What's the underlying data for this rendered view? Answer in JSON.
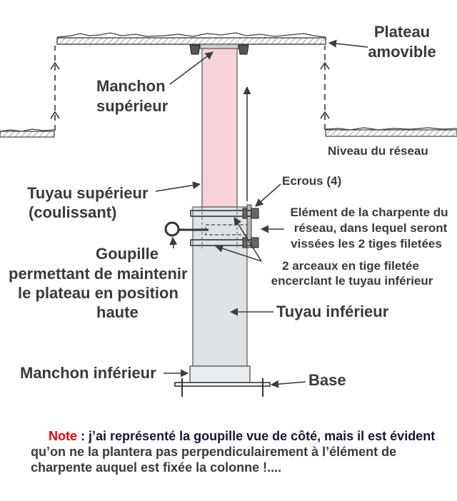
{
  "labels": {
    "plateau": [
      "Plateau",
      "amovible"
    ],
    "manchon_superieur": [
      "Manchon",
      "supérieur"
    ],
    "niveau_reseau": "Niveau du réseau",
    "ecrous": "Ecrous (4)",
    "tuyau_superieur": [
      "Tuyau supérieur",
      "(coulissant)"
    ],
    "element_charpente": [
      "Elément de la charpente du",
      "réseau, dans lequel seront",
      "vissées les 2 tiges filetées"
    ],
    "goupille": [
      "Goupille",
      "permettant de maintenir",
      "le plateau en position",
      "haute"
    ],
    "arceaux": [
      "2 arceaux en tige filetée",
      "encerclant le tuyau inférieur"
    ],
    "tuyau_inferieur": "Tuyau inférieur",
    "manchon_inferieur": "Manchon inférieur",
    "base": "Base"
  },
  "note": {
    "label": "Note",
    "lines": [
      " : j’ai représenté la goupille vue de côté, mais il est évident",
      "qu’on ne la plantera pas perpendiculairement à l’élément de",
      "charpente auquel est fixée la colonne !...."
    ]
  },
  "colors": {
    "upper_pipe": "#f8d2da",
    "lower_pipe": "#dfe3e7",
    "lower_sleeve": "#e9ecef",
    "note_label": "#e8000d",
    "note_text": "#15153a"
  }
}
